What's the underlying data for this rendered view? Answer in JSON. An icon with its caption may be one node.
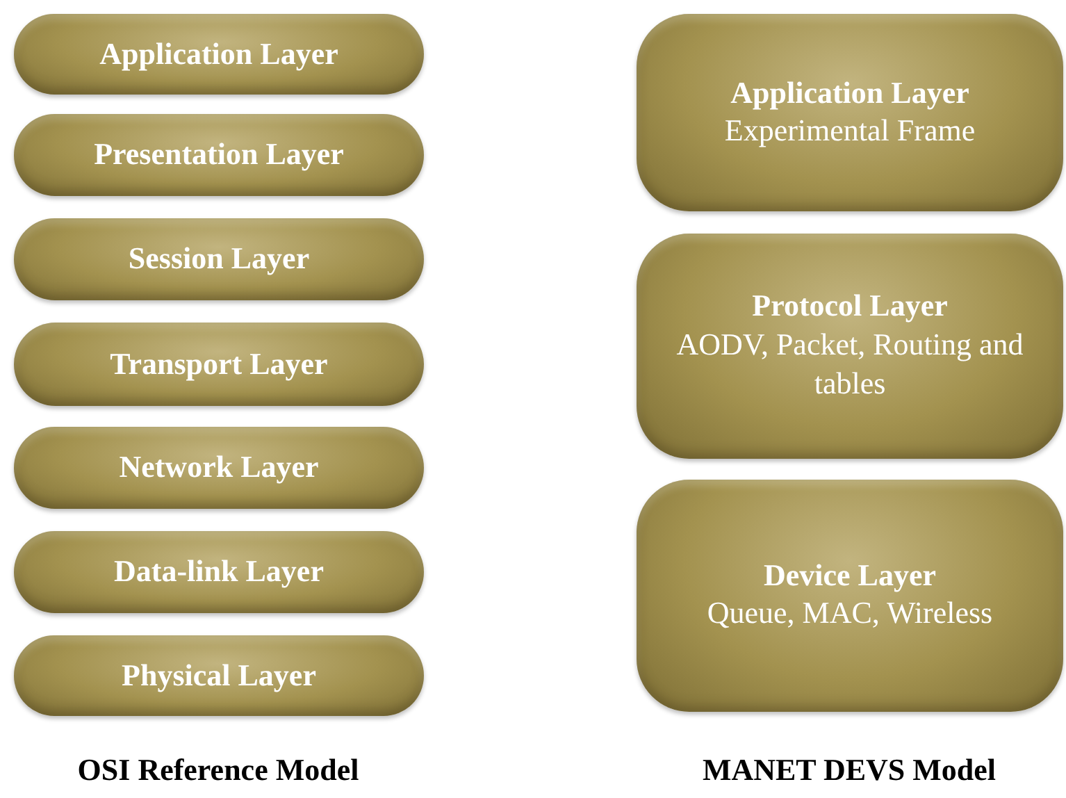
{
  "diagram": {
    "nodes": [
      {
        "text": [
          "Application Layer"
        ]
      },
      {
        "text": [
          "Presentation Layer"
        ]
      },
      {
        "text": [
          "Session Layer"
        ]
      },
      {
        "text": [
          "Transport Layer"
        ]
      },
      {
        "text": [
          "Network Layer"
        ]
      },
      {
        "text": [
          "Data-link Layer"
        ]
      },
      {
        "text": [
          "Physical Layer"
        ]
      },
      {
        "text": [
          "Application Layer",
          "Experimental Frame"
        ]
      },
      {
        "text": [
          "Protocol Layer",
          "AODV, Packet, Routing and tables"
        ]
      },
      {
        "text": [
          "Device Layer",
          "Queue, MAC, Wireless"
        ]
      }
    ],
    "labels": [
      "OSI Reference Model",
      "MANET DEVS Model"
    ]
  }
}
